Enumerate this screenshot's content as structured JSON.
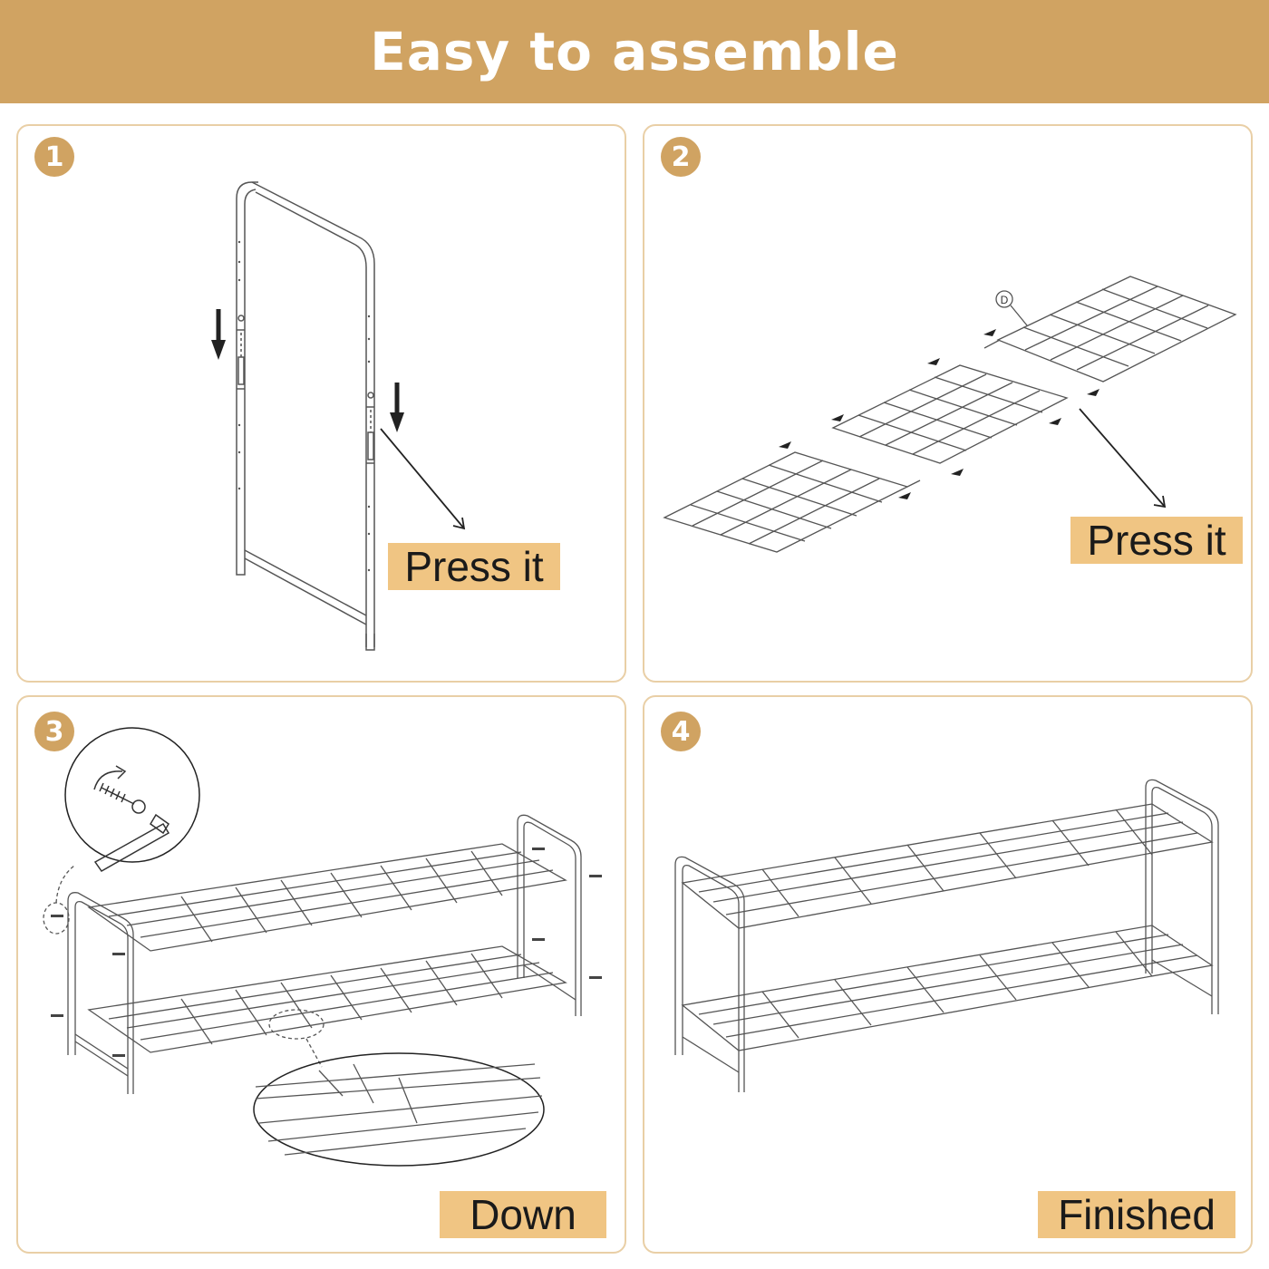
{
  "header": {
    "title": "Easy to assemble"
  },
  "steps": [
    {
      "number": "1",
      "label": "Press it"
    },
    {
      "number": "2",
      "label": "Press it",
      "part_marker": "D"
    },
    {
      "number": "3",
      "label": "Down"
    },
    {
      "number": "4",
      "label": "Finished"
    }
  ],
  "colors": {
    "accent": "#d0a362",
    "label_bg": "#f0c583",
    "panel_border": "#e9cfa6",
    "line": "#555555"
  },
  "icons": [
    "down-arrow-icon",
    "push-arrow-icon",
    "screw-icon",
    "allen-key-icon",
    "rotate-arrow-icon"
  ]
}
